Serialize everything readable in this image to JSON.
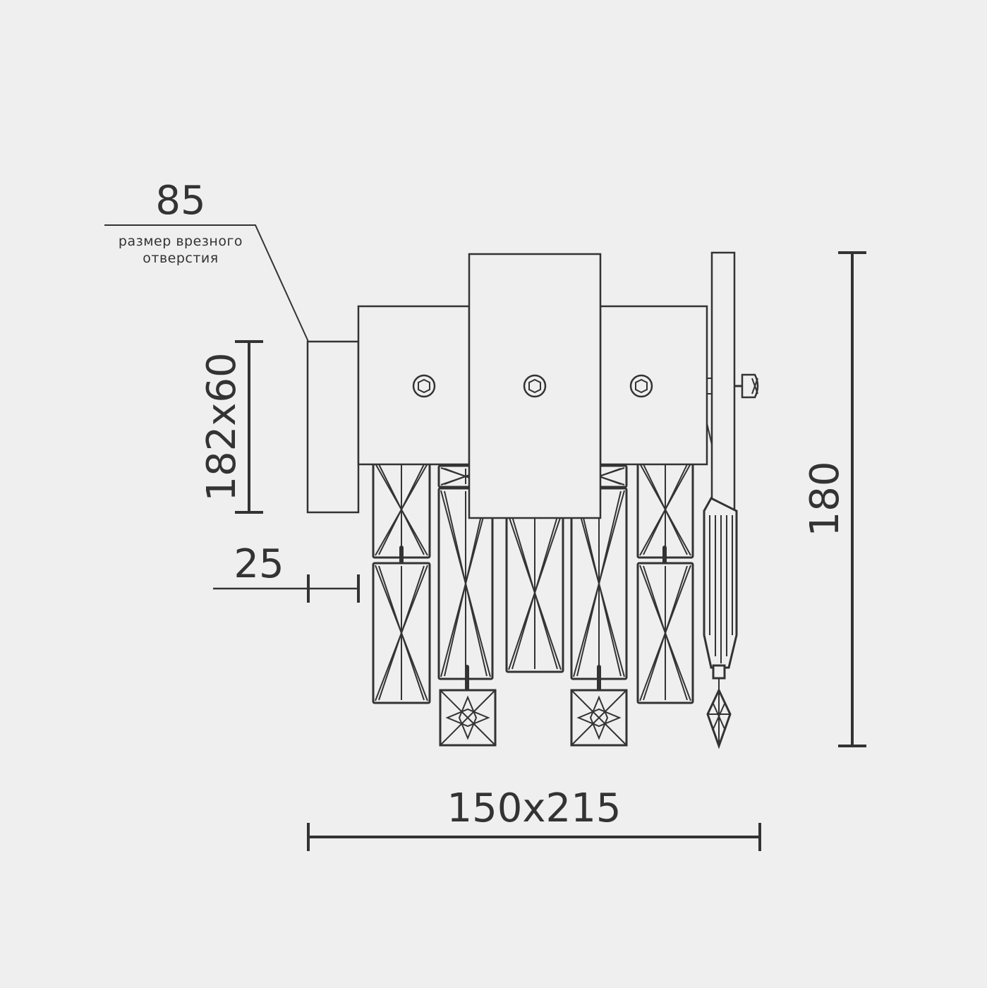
{
  "dimensions": {
    "hole_diameter": "85",
    "hole_caption_line1": "размер врезного",
    "hole_caption_line2": "отверстия",
    "mount_size": "182x60",
    "depth_offset": "25",
    "width_depth": "150x215",
    "height": "180"
  },
  "colors": {
    "background": "#efefef",
    "line": "#333333"
  }
}
